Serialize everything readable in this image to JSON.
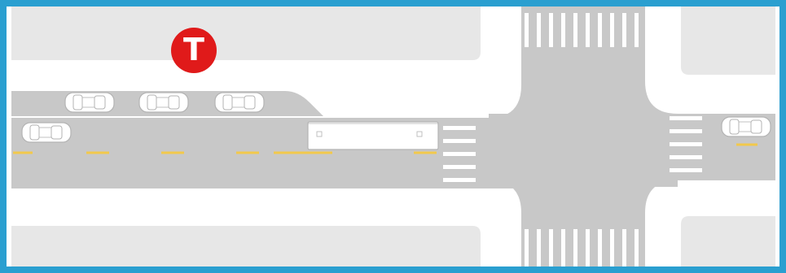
{
  "frame": {
    "border_color": "#2a9fd0"
  },
  "palette": {
    "block": "#e7e7e7",
    "road": "#c8c8c8",
    "stripe": "#ffffff",
    "lane_dash": "#f2c94c",
    "vehicle_fill": "#ffffff",
    "vehicle_outline": "#b3b3b3"
  },
  "transit_sign": {
    "letter": "T",
    "color": "#e01a1a",
    "icon": "metro-transit-logo"
  },
  "bus": {
    "icon": "bus-top-view-icon"
  },
  "cars": {
    "icon": "car-top-view-icon",
    "count": 5
  },
  "crosswalks": {
    "icon": "zebra-crosswalk",
    "count": 4
  }
}
